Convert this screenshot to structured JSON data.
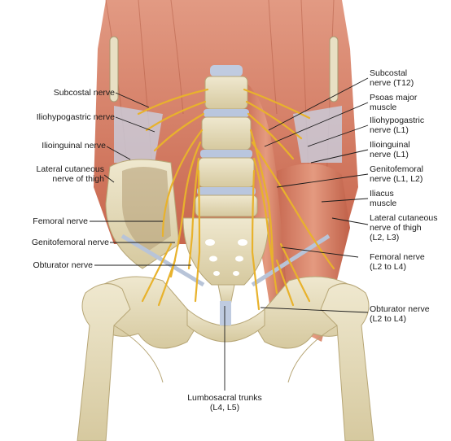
{
  "labels": {
    "left": {
      "subcostal": "Subcostal nerve",
      "iliohypogastric": "Iliohypogastric nerve",
      "ilioinguinal": "Ilioinguinal nerve",
      "lateral_cutaneous_1": "Lateral cutaneous",
      "lateral_cutaneous_2": "nerve of thigh",
      "femoral": "Femoral nerve",
      "genitofemoral": "Genitofemoral nerve",
      "obturator": "Obturator nerve"
    },
    "right": {
      "subcostal_1": "Subcostal",
      "subcostal_2": "nerve (T12)",
      "psoas_1": "Psoas major",
      "psoas_2": "muscle",
      "iliohypogastric_1": "Iliohypogastric",
      "iliohypogastric_2": "nerve (L1)",
      "ilioinguinal_1": "Ilioinguinal",
      "ilioinguinal_2": "nerve (L1)",
      "genitofemoral_1": "Genitofemoral",
      "genitofemoral_2": "nerve (L1, L2)",
      "iliacus_1": "Iliacus",
      "iliacus_2": "muscle",
      "lateral_cutaneous_1": "Lateral cutaneous",
      "lateral_cutaneous_2": "nerve of thigh",
      "lateral_cutaneous_3": "(L2, L3)",
      "femoral_1": "Femoral nerve",
      "femoral_2": "(L2 to L4)",
      "obturator_1": "Obturator nerve",
      "obturator_2": "(L2 to L4)"
    },
    "bottom": {
      "lumbosacral_1": "Lumbosacral trunks",
      "lumbosacral_2": "(L4, L5)"
    }
  },
  "colors": {
    "muscle": "#d9826a",
    "muscle_dark": "#b9583f",
    "bone": "#e8e0c4",
    "bone_shadow": "#c8b98c",
    "nerve": "#e8b22c",
    "ligament": "#b8c4d8"
  }
}
